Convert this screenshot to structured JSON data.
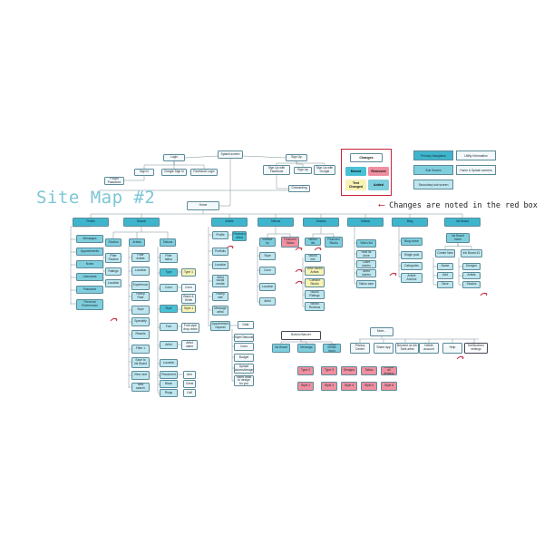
{
  "title": "Site Map #2",
  "note": "Changes are noted in the red box",
  "legend": {
    "heading": "Changes",
    "moved": "Moved",
    "removed": "Removed",
    "text_changed": "Text Changed",
    "added": "Added",
    "colors": {
      "moved": "#49c1d5",
      "removed": "#f08f9f",
      "text_changed": "#f8f2b4",
      "added": "#7fcede",
      "frame": "#c8223a"
    }
  },
  "key": {
    "primary": "Primary Navigation",
    "utility": "Utility Information",
    "sub_screen": "Sub Screen",
    "home_splash": "Home & Splash screens",
    "secondary": "Secondary sub screen"
  },
  "top": {
    "splash": "Splash screen",
    "login": "Login",
    "forgot": "Forgot Password",
    "sign_in": "Sign In",
    "google_sign_in": "Google Sign In",
    "facebook_login": "Facebook Login",
    "sign_up": "Sign Up",
    "sign_up_facebook": "Sign Up with Facebook",
    "sign_up_tab": "Sign Up",
    "sign_up_google": "Sign Up with Google",
    "onboarding": "Onboarding",
    "home": "Home"
  },
  "primary_nav": [
    "Profile",
    "Search",
    "Artists",
    "Tattoos",
    "Studios",
    "Videos",
    "Blog",
    "Ink Board"
  ],
  "profile": [
    "Messages",
    "Appointments",
    "Notes",
    "Username",
    "Password",
    "Personal Preferences"
  ],
  "search": {
    "main": [
      "Studios",
      "Artists",
      "Tattoos"
    ],
    "studios": [
      "Filter Studios",
      "Ratings",
      "Location"
    ],
    "artists": [
      "Filter Artists",
      "Location",
      "Experience",
      "Hourly Rate",
      "Style",
      "Specialty",
      "Results",
      "Filter 1",
      "Save to Ink Board",
      "View next",
      "New search"
    ],
    "tattoos": [
      "Filter tattoo",
      "Type",
      "Color",
      "Style",
      "Font",
      "Artist",
      "Location",
      "Placement",
      "Black",
      "Rings"
    ],
    "tattoo_sub": [
      "Type 1",
      "Color",
      "Black & White",
      "Style 1",
      "Font style drop down",
      "Artist name",
      "Arm",
      "Chest",
      "Calf"
    ]
  },
  "artists": [
    "Profile",
    "Featured Artist",
    "Portfolio",
    "Location",
    "Artist social media",
    "Hourly rate",
    "Message artist",
    "Appointment request",
    "Date",
    "Style/Tattooist",
    "Color",
    "Budget",
    "Upload pictures/designs",
    "Insert artist to design for you"
  ],
  "tattoos": [
    "Browse by",
    "Featured Tattoo",
    "Style",
    "Color",
    "Location",
    "Artist"
  ],
  "studios": [
    "Studio list",
    "Featured Studio",
    "Studio info",
    "View Studio Artists",
    "Contact Studio",
    "Studio Ratings",
    "Studio Reviews"
  ],
  "videos": [
    "Video list",
    "How its done",
    "Client stories",
    "Artist stories",
    "Tattoo care"
  ],
  "blog": [
    "Blog home",
    "Single post",
    "Categories",
    "Article Archive"
  ],
  "ink_board": [
    "Ink Board home",
    "Create New",
    "Ink Board #1",
    "Name",
    "Add",
    "Save",
    "Designs",
    "Artists",
    "Studios"
  ],
  "bottom_banner": {
    "label": "Bottom Banner",
    "items": [
      "Ink Board",
      "Message",
      "Social media icons"
    ],
    "types": [
      "Type 2",
      "Type 3",
      "Designs",
      "Tattoo",
      "Browse all designs",
      "Style 2",
      "Style 3",
      "Style 4",
      "Style 5",
      "Style 6"
    ]
  },
  "utility": {
    "label": "More...",
    "items": [
      "Privacy Center",
      "Share app",
      "Become an Ink Tank artist",
      "Delete account",
      "Help",
      "Notifications settings"
    ]
  }
}
